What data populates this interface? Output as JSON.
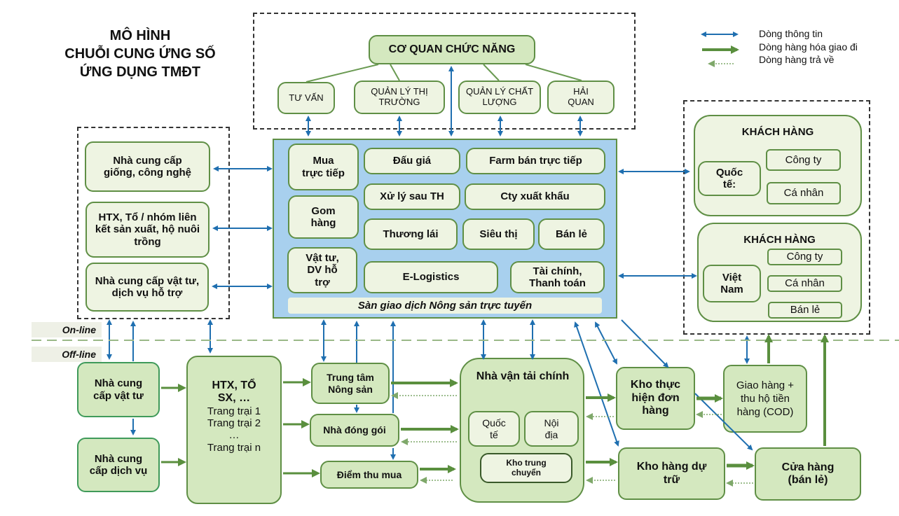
{
  "title": [
    "MÔ HÌNH",
    "CHUỖI CUNG ỨNG SỐ",
    "ỨNG DỤNG TMĐT"
  ],
  "legend": [
    {
      "label": "Dòng thông tin",
      "type": "info-flow",
      "color": "#1f6fb0"
    },
    {
      "label": "Dòng hàng hóa giao đi",
      "type": "goods-outbound",
      "color": "#5a8f3e"
    },
    {
      "label": "Dòng hàng trả về",
      "type": "goods-return",
      "color": "#5a8f3e"
    }
  ],
  "authorities": {
    "head": "CƠ QUAN CHỨC NĂNG",
    "units": [
      "TƯ VẤN",
      "QUẢN LÝ THỊ TRƯỜNG",
      "QUẢN LÝ CHẤT LƯỢNG",
      "HẢI QUAN"
    ]
  },
  "suppliers_online": [
    "Nhà cung cấp giống, công nghệ",
    "HTX, Tổ / nhóm liên kết sản xuất, hộ nuôi trồng",
    "Nhà cung cấp vật tư, dịch vụ hỗ trợ"
  ],
  "exchange": {
    "footer": "Sàn giao dịch Nông sản trực tuyến",
    "left_modules": [
      "Mua trực tiếp",
      "Gom hàng",
      "Vật tư, DV hỗ trợ"
    ],
    "modules": [
      "Đấu giá",
      "Farm bán trực tiếp",
      "Xử lý sau TH",
      "Cty xuất khẩu",
      "Thương lái",
      "Siêu thị",
      "Bán lẻ",
      "E-Logistics",
      "Tài chính, Thanh toán"
    ]
  },
  "customers": [
    {
      "title": "KHÁCH HÀNG",
      "group": "Quốc tế:",
      "types": [
        "Công ty",
        "Cá nhân"
      ]
    },
    {
      "title": "KHÁCH HÀNG",
      "group": "Việt Nam",
      "types": [
        "Công ty",
        "Cá nhân",
        "Bán lẻ"
      ]
    }
  ],
  "zones": {
    "online": "On-line",
    "offline": "Off-line"
  },
  "offline": {
    "supplier_materials": "Nhà cung cấp vật tư",
    "supplier_services": "Nhà cung cấp dịch vụ",
    "producers": {
      "title": "HTX, TỔ SX, …",
      "farms": [
        "Trang trại 1",
        "Trang trại 2",
        "…",
        "Trang trại n"
      ]
    },
    "agri_center": "Trung tâm Nông sản",
    "packer": "Nhà đóng gói",
    "collection_point": "Điểm thu mua",
    "carrier": {
      "title": "Nhà vận tải chính",
      "international": "Quốc tế",
      "domestic": "Nội địa",
      "transit": "Kho trung chuyển"
    },
    "fulfillment": "Kho thực hiện đơn hàng",
    "reserve": "Kho hàng dự trữ",
    "delivery": "Giao hàng + thu hộ tiền hàng (COD)",
    "store": "Cửa hàng (bán lẻ)"
  }
}
